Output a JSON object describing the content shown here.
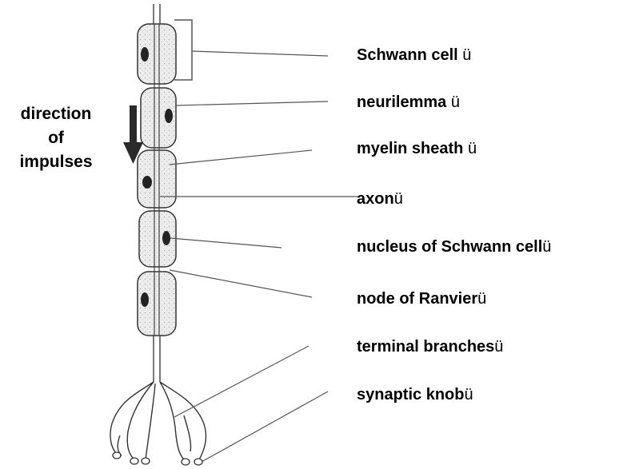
{
  "direction_label": {
    "line1": "direction",
    "line2": "of",
    "line3": "impulses"
  },
  "labels": [
    {
      "name": "schwann-cell-label",
      "text": "Schwann cell",
      "mark": "ü"
    },
    {
      "name": "neurilemma-label",
      "text": "neurilemma",
      "mark": "ü"
    },
    {
      "name": "myelin-sheath-label",
      "text": "myelin sheath",
      "mark": "ü"
    },
    {
      "name": "axon-label",
      "text": "axon",
      "mark": "ü"
    },
    {
      "name": "nucleus-label",
      "text": "nucleus of Schwann cell",
      "mark": "ü"
    },
    {
      "name": "node-of-ranvier-label",
      "text": "node of Ranvier",
      "mark": "ü"
    },
    {
      "name": "terminal-branches-label",
      "text": "terminal branches",
      "mark": "ü"
    },
    {
      "name": "synaptic-knob-label",
      "text": "synaptic knob",
      "mark": "ü"
    }
  ],
  "colors": {
    "ink": "#000000",
    "line": "#4a4a4a",
    "sheath_fill": "#e9e9e9",
    "arrow": "#2a2a2a"
  }
}
